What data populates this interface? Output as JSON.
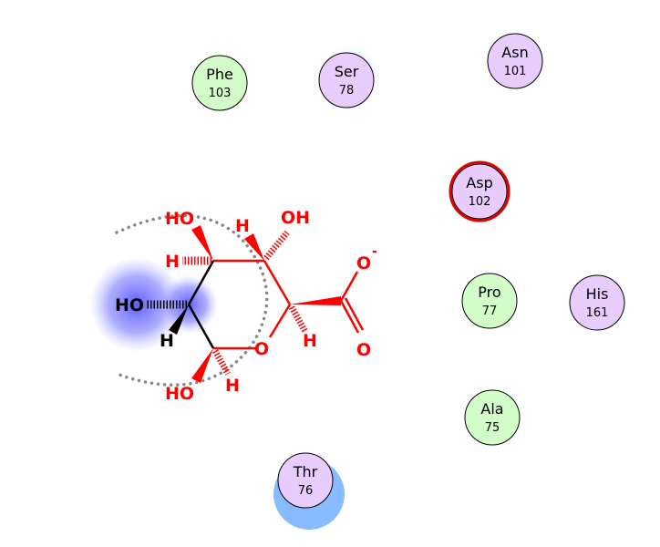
{
  "ligand": {
    "atoms": {
      "ho_top": "HO",
      "h_top_left": "H",
      "h_top_right": "H",
      "oh_top": "OH",
      "ho_left": "HO",
      "h_left": "H",
      "ho_bottom": "HO",
      "h_bottom": "H",
      "ring_o": "O",
      "h_right": "H",
      "o_minus": "O",
      "charge": "-",
      "o_double": "O"
    }
  },
  "residues": [
    {
      "name": "Phe",
      "number": "103",
      "type": "hydrophobic"
    },
    {
      "name": "Ser",
      "number": "78",
      "type": "polar"
    },
    {
      "name": "Asn",
      "number": "101",
      "type": "polar"
    },
    {
      "name": "Asp",
      "number": "102",
      "type": "negative"
    },
    {
      "name": "Pro",
      "number": "77",
      "type": "hydrophobic"
    },
    {
      "name": "His",
      "number": "161",
      "type": "polar"
    },
    {
      "name": "Ala",
      "number": "75",
      "type": "hydrophobic"
    },
    {
      "name": "Thr",
      "number": "76",
      "type": "polar"
    }
  ],
  "colors": {
    "hydrophobic": "#d2fcc8",
    "polar": "#e8ccfc",
    "negative_ring": "#e00000",
    "ligand": "#ff0000",
    "exposure": "#88bbff"
  }
}
